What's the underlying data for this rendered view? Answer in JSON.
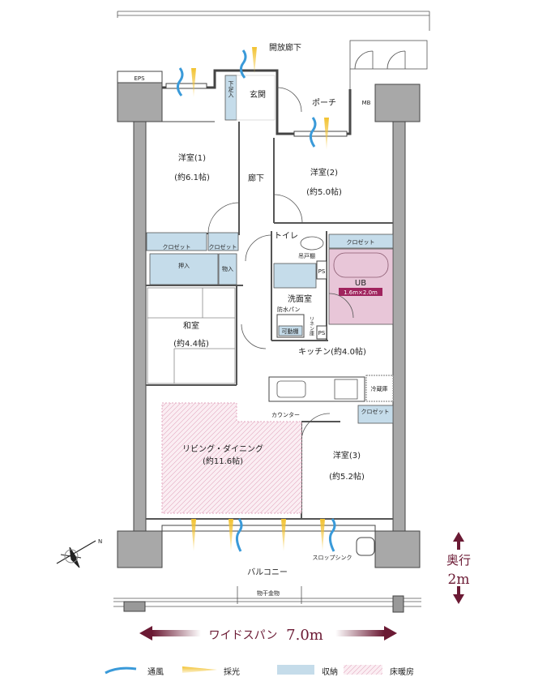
{
  "colors": {
    "storage": "#c5dcea",
    "bath": "#e8c6d8",
    "floor_heating": "#f4d6e2",
    "accent": "#6b1a34",
    "wind": "#3a9ad9",
    "light": "#f2c230"
  },
  "labels": {
    "corridor_open": "開放廊下",
    "eps": "EPS",
    "shoe": "下足入",
    "entrance": "玄関",
    "porch": "ポーチ",
    "mb": "MB",
    "room1": "洋室(1)",
    "room1_size": "(約6.1帖)",
    "hallway": "廊下",
    "room2": "洋室(2)",
    "room2_size": "(約5.0帖)",
    "closet": "クロゼット",
    "oshiire": "押入",
    "monoire": "物入",
    "toilet": "トイレ",
    "toilet_shelf": "吊戸棚",
    "ps": "PS",
    "ub": "UB",
    "ub_size": "1.6m×2.0m",
    "washroom": "洗面室",
    "waterpan": "防水パン",
    "movable_shelf": "可動棚",
    "linen": "リネン庫",
    "washitsu": "和室",
    "washitsu_size": "(約4.4帖)",
    "kitchen": "キッチン(約4.0帖)",
    "fridge": "冷蔵庫",
    "counter": "カウンター",
    "living": "リビング・ダイニング",
    "living_size": "(約11.6帖)",
    "room3": "洋室(3)",
    "room3_size": "(約5.2帖)",
    "slop_sink": "スロップシンク",
    "balcony": "バルコニー",
    "drying_rack": "物干金物",
    "compass_n": "N"
  },
  "dimensions": {
    "width_label": "ワイドスパン",
    "width_value": "7.0m",
    "depth_label": "奥行",
    "depth_value": "2m"
  },
  "legend": [
    {
      "icon": "wind-icon",
      "label": "通風"
    },
    {
      "icon": "light-icon",
      "label": "採光"
    },
    {
      "icon": "storage-swatch",
      "label": "収納"
    },
    {
      "icon": "floor-heating-swatch",
      "label": "床暖房"
    }
  ]
}
